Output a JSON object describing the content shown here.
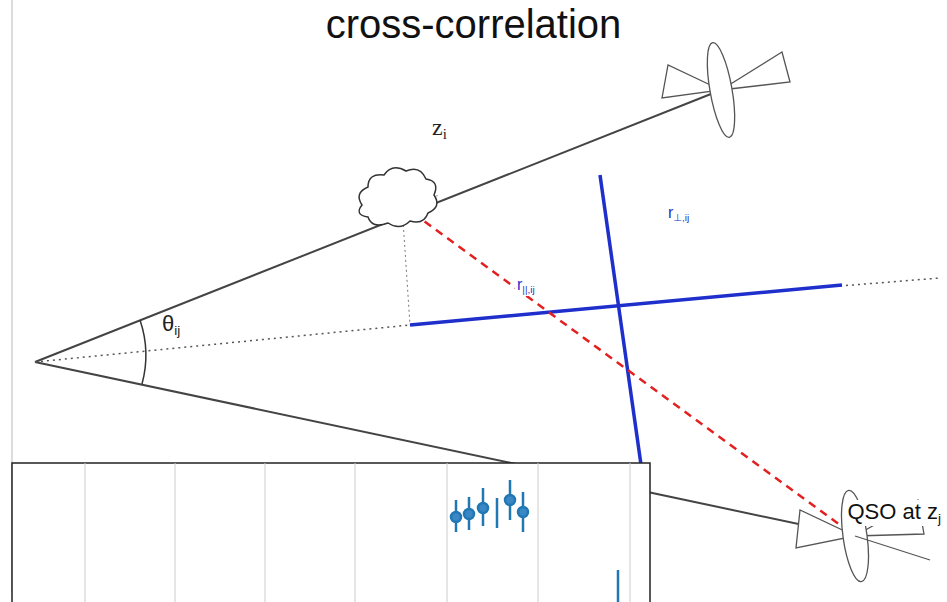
{
  "diagram": {
    "title": "cross-correlation",
    "labels": [
      "zi",
      "r⊥,ij",
      "r||,ij",
      "θij",
      "QSO at zj"
    ]
  }
}
